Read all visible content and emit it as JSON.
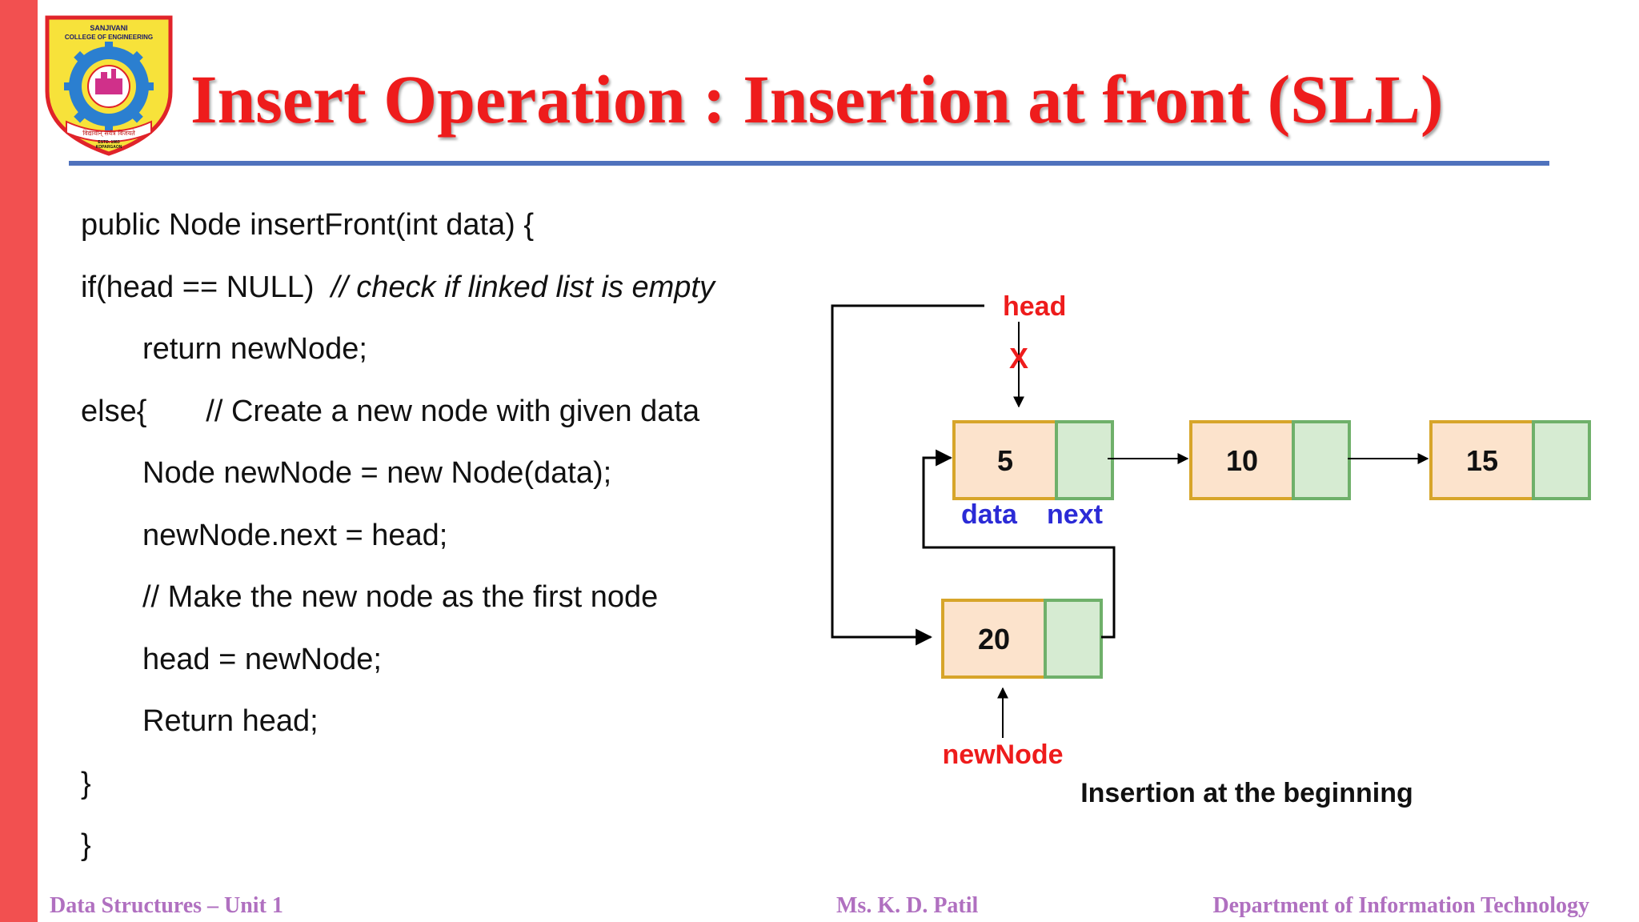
{
  "slide": {
    "title": "Insert Operation : Insertion at front (SLL)",
    "logo": {
      "top_text": "SANJIVANI",
      "sub_text": "COLLEGE OF ENGINEERING",
      "motto": "विद्यावान् सर्वत्र विजयते",
      "estd": "ESTD. 1983",
      "place": "KOPARGAON"
    }
  },
  "code": [
    {
      "indent": false,
      "text": "public Node insertFront(int data) {",
      "comment": ""
    },
    {
      "indent": false,
      "text": "if(head == NULL)  ",
      "comment": "// check if linked list is empty"
    },
    {
      "indent": true,
      "text": "return newNode;",
      "comment": ""
    },
    {
      "indent": false,
      "text": "else{       // Create a new node with given data",
      "comment": ""
    },
    {
      "indent": true,
      "text": "Node newNode = new Node(data);",
      "comment": ""
    },
    {
      "indent": true,
      "text": "newNode.next = head;",
      "comment": ""
    },
    {
      "indent": true,
      "text": "// Make the new node as the first node",
      "comment": ""
    },
    {
      "indent": true,
      "text": "head = newNode;",
      "comment": ""
    },
    {
      "indent": true,
      "text": "Return head;",
      "comment": ""
    },
    {
      "indent": false,
      "text": "}",
      "comment": ""
    },
    {
      "indent": false,
      "text": "}",
      "comment": ""
    }
  ],
  "diagram": {
    "head_label": "head",
    "cross_mark": "X",
    "nodes": [
      "5",
      "10",
      "15"
    ],
    "new_node_value": "20",
    "field_data_label": "data",
    "field_next_label": "next",
    "new_node_label": "newNode",
    "caption": "Insertion at the beginning"
  },
  "footer": {
    "left": "Data Structures – Unit 1",
    "center": "Ms. K. D. Patil",
    "right": "Department of Information Technology"
  },
  "colors": {
    "accent_bar": "#f25050",
    "title": "#ee1c1c",
    "rule": "#4f72bd",
    "node_data_fill": "#fce3cc",
    "node_data_border": "#d7a52a",
    "node_next_fill": "#d6ebd2",
    "node_next_border": "#6fb06a",
    "label_red": "#ee1c1c",
    "label_blue": "#2b2bd6",
    "footer": "#b070c0"
  }
}
